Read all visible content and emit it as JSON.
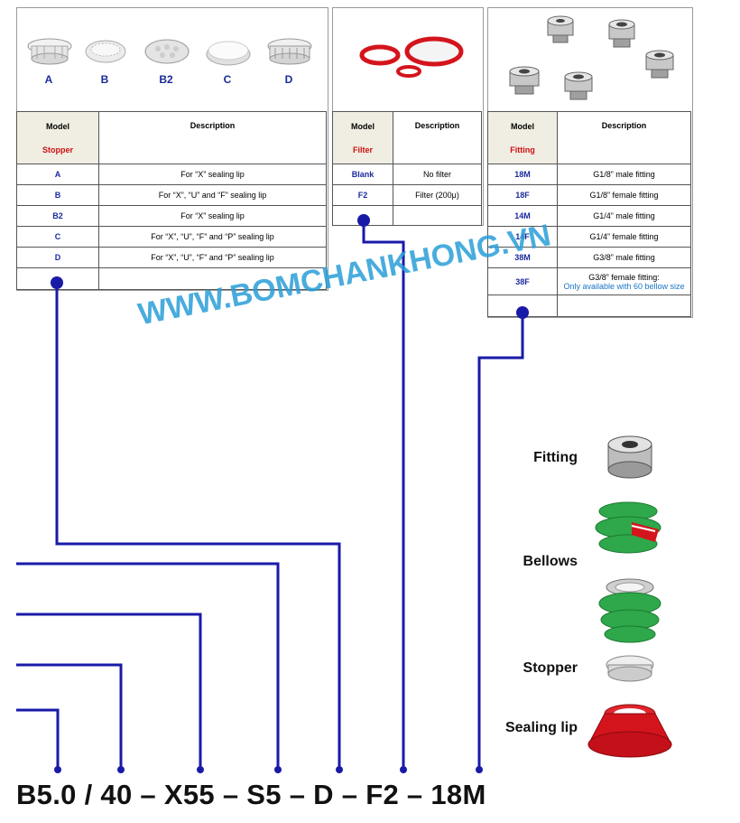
{
  "stopper_panel": {
    "variants": [
      "A",
      "B",
      "B2",
      "C",
      "D"
    ],
    "header_model": "Model",
    "header_category": "Stopper",
    "header_description": "Description",
    "rows": [
      {
        "code": "A",
        "desc": "For “X” sealing lip"
      },
      {
        "code": "B",
        "desc": "For “X”, “U” and “F” sealing lip"
      },
      {
        "code": "B2",
        "desc": "For “X” sealing lip"
      },
      {
        "code": "C",
        "desc": "For “X”, “U”, “F” and “P” sealing lip"
      },
      {
        "code": "D",
        "desc": "For “X”, “U”, “F” and “P” sealing lip"
      }
    ]
  },
  "filter_panel": {
    "header_model": "Model",
    "header_category": "Filter",
    "header_description": "Description",
    "rows": [
      {
        "code": "Blank",
        "desc": "No filter"
      },
      {
        "code": "F2",
        "desc": "Filter (200μ)"
      }
    ]
  },
  "fitting_panel": {
    "header_model": "Model",
    "header_category": "Fitting",
    "header_description": "Description",
    "rows": [
      {
        "code": "18M",
        "desc": "G1/8” male fitting"
      },
      {
        "code": "18F",
        "desc": "G1/8” female fitting"
      },
      {
        "code": "14M",
        "desc": "G1/4” male fitting"
      },
      {
        "code": "14F",
        "desc": "G1/4” female fitting"
      },
      {
        "code": "38M",
        "desc": "G3/8” male fitting"
      },
      {
        "code": "38F",
        "desc": "G3/8” female fitting:",
        "note": "Only available with 60 bellow size"
      }
    ]
  },
  "parts": {
    "fitting": "Fitting",
    "bellows": "Bellows",
    "stopper": "Stopper",
    "sealing_lip": "Sealing lip"
  },
  "product_code": "B5.0 / 40 – X55 – S5 – D – F2 – 18M",
  "watermark": "WWW.BOMCHANKHONG.VN",
  "colors": {
    "connector": "#1a1aa8",
    "code_blue": "#1a2a9c",
    "category_red": "#cc1111",
    "header_bg": "#f0ede2",
    "watermark": "#2a9ed8",
    "bellows_green": "#2ea84a",
    "lip_red": "#d4141c"
  }
}
